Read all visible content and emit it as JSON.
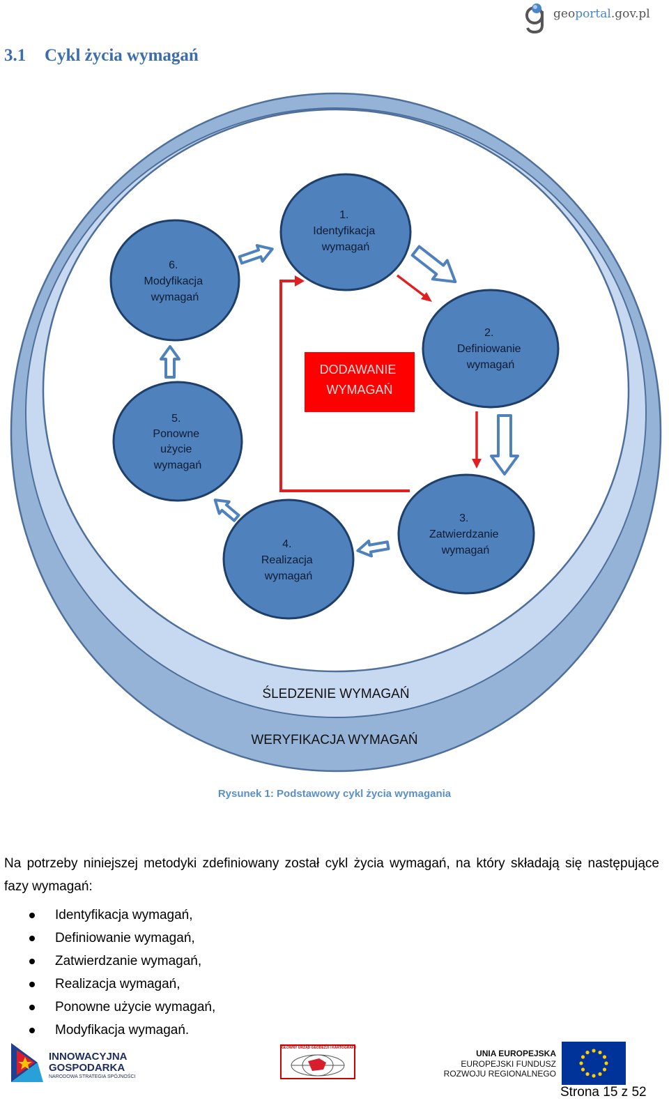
{
  "header": {
    "site_prefix": "geo",
    "site_highlight": "portal",
    "site_suffix": ".gov.pl"
  },
  "section": {
    "number": "3.1",
    "title": "Cykl życia wymagań"
  },
  "diagram": {
    "phases": [
      {
        "id": "1",
        "lines": [
          "1.",
          "Identyfikacja",
          "wymagań"
        ]
      },
      {
        "id": "2",
        "lines": [
          "2.",
          "Definiowanie",
          "wymagań"
        ]
      },
      {
        "id": "3",
        "lines": [
          "3.",
          "Zatwierdzanie",
          "wymagań"
        ]
      },
      {
        "id": "4",
        "lines": [
          "4.",
          "Realizacja",
          "wymagań"
        ]
      },
      {
        "id": "5",
        "lines": [
          "5.",
          "Ponowne",
          "użycie",
          "wymagań"
        ]
      },
      {
        "id": "6",
        "lines": [
          "6.",
          "Modyfikacja",
          "wymagań"
        ]
      }
    ],
    "center_box": [
      "DODAWANIE",
      "WYMAGAŃ"
    ],
    "inner_ring_label": "ŚLEDZENIE WYMAGAŃ",
    "outer_ring_label": "WERYFIKACJA WYMAGAŃ",
    "colors": {
      "circle": "#4f81bd",
      "ring_outer": "#95b3d7",
      "ring_inner": "#c6d9f1",
      "highlight": "#ff0000"
    }
  },
  "caption": "Rysunek  1: Podstawowy cykl życia wymagania",
  "intro": "Na potrzeby niniejszej metodyki zdefiniowany został cykl życia wymagań, na który składają się następujące fazy wymagań:",
  "phases_list": [
    "Identyfikacja wymagań,",
    "Definiowanie wymagań,",
    "Zatwierdzanie wymagań,",
    "Realizacja wymagań,",
    "Ponowne użycie wymagań,",
    "Modyfikacja wymagań."
  ],
  "footer": {
    "ig_line1": "INNOWACYJNA",
    "ig_line2": "GOSPODARKA",
    "ig_sub": "NARODOWA STRATEGIA SPÓJNOŚCI",
    "gugik_label": "GŁÓWNY URZĄD GEODEZJI I KARTOGRAFII",
    "ue_line1": "UNIA EUROPEJSKA",
    "ue_line2": "EUROPEJSKI FUNDUSZ",
    "ue_line3": "ROZWOJU REGIONALNEGO",
    "page": "Strona 15 z 52"
  }
}
